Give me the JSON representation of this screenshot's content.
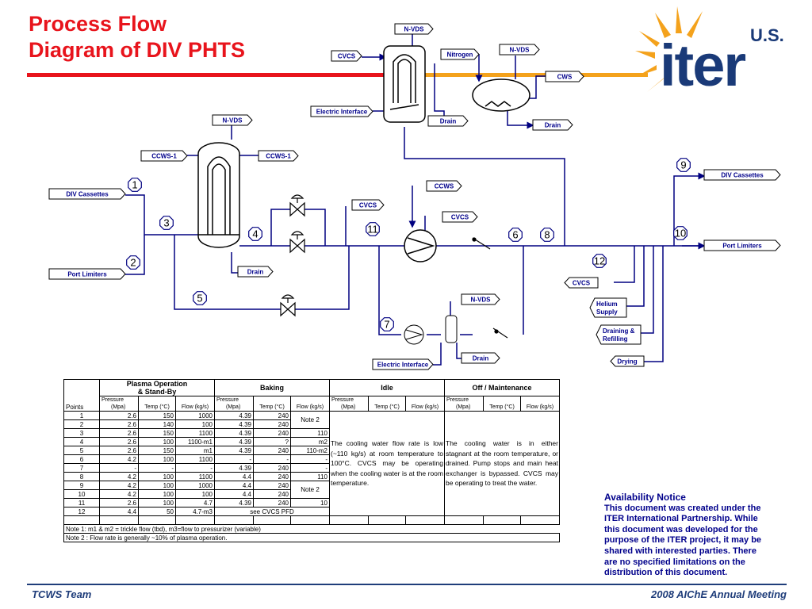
{
  "title": {
    "line1": "Process Flow",
    "line2": "Diagram of DIV PHTS"
  },
  "logo": {
    "us": "U.S.",
    "brand": "iter"
  },
  "colors": {
    "title": "#e8141c",
    "accent": "#f4a21c",
    "lines": "#000080",
    "footer": "#1f3d7a"
  },
  "diagram": {
    "labels": {
      "nvds_top": "N-VDS",
      "cvcs_top": "CVCS",
      "nitrogen": "Nitrogen",
      "nvds_right": "N-VDS",
      "cws": "CWS",
      "electric_interface_top": "Electric Interface",
      "drain_top": "Drain",
      "drain_right": "Drain",
      "nvds_hx": "N-VDS",
      "ccws1_left": "CCWS-1",
      "ccws1_right": "CCWS-1",
      "div_cassettes_in": "DIV Cassettes",
      "port_limiters_in": "Port Limiters",
      "drain_hx": "Drain",
      "ccws": "CCWS",
      "cvcs_mid": "CVCS",
      "cvcs_pump": "CVCS",
      "div_cassettes_out": "DIV Cassettes",
      "port_limiters_out": "Port Limiters",
      "cvcs_right": "CVCS",
      "helium_1": "Helium",
      "helium_2": "Supply",
      "draining_1": "Draining &",
      "draining_2": "Refilling",
      "drying": "Drying",
      "nvds_bottom": "N-VDS",
      "drain_bottom": "Drain",
      "electric_interface_bottom": "Electric Interface"
    },
    "points": [
      "1",
      "2",
      "3",
      "4",
      "5",
      "6",
      "7",
      "8",
      "9",
      "10",
      "11",
      "12"
    ]
  },
  "table": {
    "groups": {
      "plasma": "Plasma Operation",
      "plasma2": "& Stand-By",
      "baking": "Baking",
      "idle": "Idle",
      "off": "Off / Maintenance"
    },
    "sub": {
      "points": "Points",
      "pressure": "Pressure",
      "mpa": "(Mpa)",
      "temp": "Temp (°C)",
      "flow": "Flow  (kg/s)"
    },
    "rows": [
      [
        "1",
        "2.6",
        "150",
        "1000",
        "4.39",
        "240",
        ""
      ],
      [
        "2",
        "2.6",
        "140",
        "100",
        "4.39",
        "240",
        ""
      ],
      [
        "3",
        "2.6",
        "150",
        "1100",
        "4.39",
        "240",
        "110"
      ],
      [
        "4",
        "2.6",
        "100",
        "1100-m1",
        "4.39",
        "?",
        "m2"
      ],
      [
        "5",
        "2.6",
        "150",
        "m1",
        "4.39",
        "240",
        "110-m2"
      ],
      [
        "6",
        "4.2",
        "100",
        "1100",
        "-",
        "-",
        "-"
      ],
      [
        "7",
        "-",
        "-",
        "-",
        "4.39",
        "240",
        "-"
      ],
      [
        "8",
        "4.2",
        "100",
        "1100",
        "4.4",
        "240",
        "110"
      ],
      [
        "9",
        "4.2",
        "100",
        "1000",
        "4.4",
        "240",
        ""
      ],
      [
        "10",
        "4.2",
        "100",
        "100",
        "4.4",
        "240",
        ""
      ],
      [
        "11",
        "2.6",
        "100",
        "4.7",
        "4.39",
        "240",
        "10"
      ],
      [
        "12",
        "4.4",
        "50",
        "4.7-m3",
        "see CVCS PFD",
        "",
        ""
      ]
    ],
    "note2_a": "Note 2",
    "note2_b": "Note 2",
    "idle_text": "The cooling water flow rate is low (~110 kg/s) at room temperature to 100°C. CVCS may be operating when the cooling water is at the room temperature.",
    "off_text": "The cooling water is in either stagnant at the room temperature, or drained. Pump stops and main heat exchanger is bypassed. CVCS may be operating to treat the water.",
    "note1": "Note 1: m1 & m2 = trickle flow (tbd), m3=flow to pressurizer (variable)",
    "note2": "Note 2 : Flow rate is generally ~10% of plasma operation."
  },
  "availability": {
    "heading": "Availability Notice",
    "body": "This document was created under the ITER International Partnership. While this document was developed for the purpose of the ITER project, it may be shared with interested parties. There are no specified limitations on the distribution of this document."
  },
  "footer": {
    "left": "TCWS Team",
    "right": "2008 AIChE Annual Meeting"
  }
}
